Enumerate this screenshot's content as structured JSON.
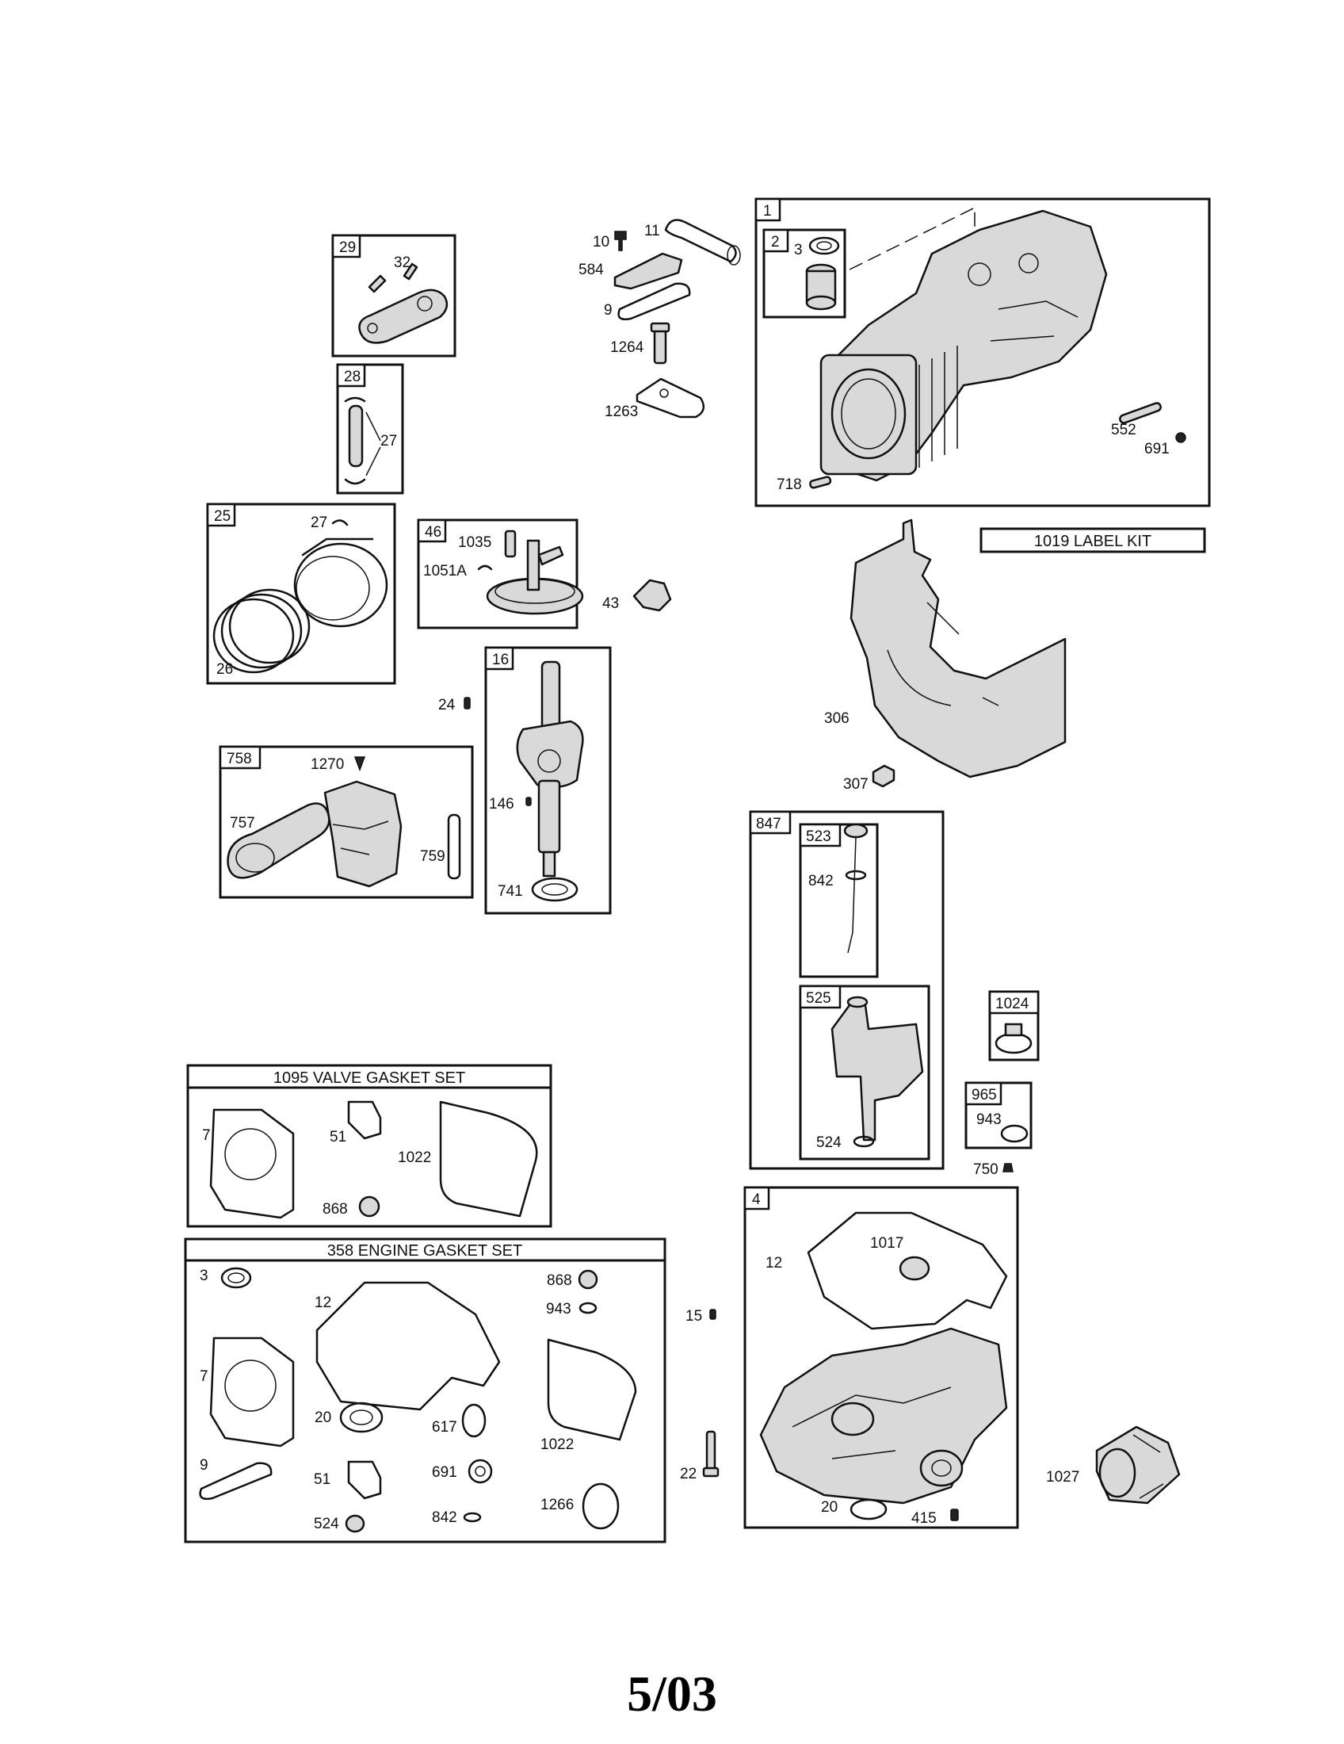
{
  "footer": {
    "date_code": "5/03"
  },
  "kits": {
    "label_kit": "1019 LABEL KIT",
    "valve_gasket_set": "1095 VALVE GASKET SET",
    "engine_gasket_set": "358 ENGINE GASKET SET"
  },
  "box_tags": {
    "b1": "1",
    "b2": "2",
    "b29": "29",
    "b28": "28",
    "b25": "25",
    "b46": "46",
    "b16": "16",
    "b758": "758",
    "b847": "847",
    "b523": "523",
    "b525": "525",
    "b1024": "1024",
    "b965": "965",
    "b4": "4"
  },
  "callouts": {
    "c10": "10",
    "c11": "11",
    "c584": "584",
    "c9": "9",
    "c1264": "1264",
    "c1263": "1263",
    "c3": "3",
    "c552": "552",
    "c691": "691",
    "c718": "718",
    "c32": "32",
    "c27a": "27",
    "c27b": "27",
    "c26": "26",
    "c1035": "1035",
    "c1051a": "1051A",
    "c43": "43",
    "c24": "24",
    "c146": "146",
    "c741": "741",
    "c1270": "1270",
    "c757": "757",
    "c759": "759",
    "c306": "306",
    "c307": "307",
    "c842a": "842",
    "c524a": "524",
    "c943a": "943",
    "c750": "750",
    "v7": "7",
    "v51": "51",
    "v1022": "1022",
    "v868": "868",
    "e3": "3",
    "e12": "12",
    "e868": "868",
    "e943": "943",
    "e7": "7",
    "e20": "20",
    "e617": "617",
    "e1022": "1022",
    "e9": "9",
    "e51": "51",
    "e691": "691",
    "e1266": "1266",
    "e524": "524",
    "e842": "842",
    "c15": "15",
    "c22": "22",
    "s12": "12",
    "s1017": "1017",
    "s20": "20",
    "s415": "415",
    "c1027": "1027"
  }
}
